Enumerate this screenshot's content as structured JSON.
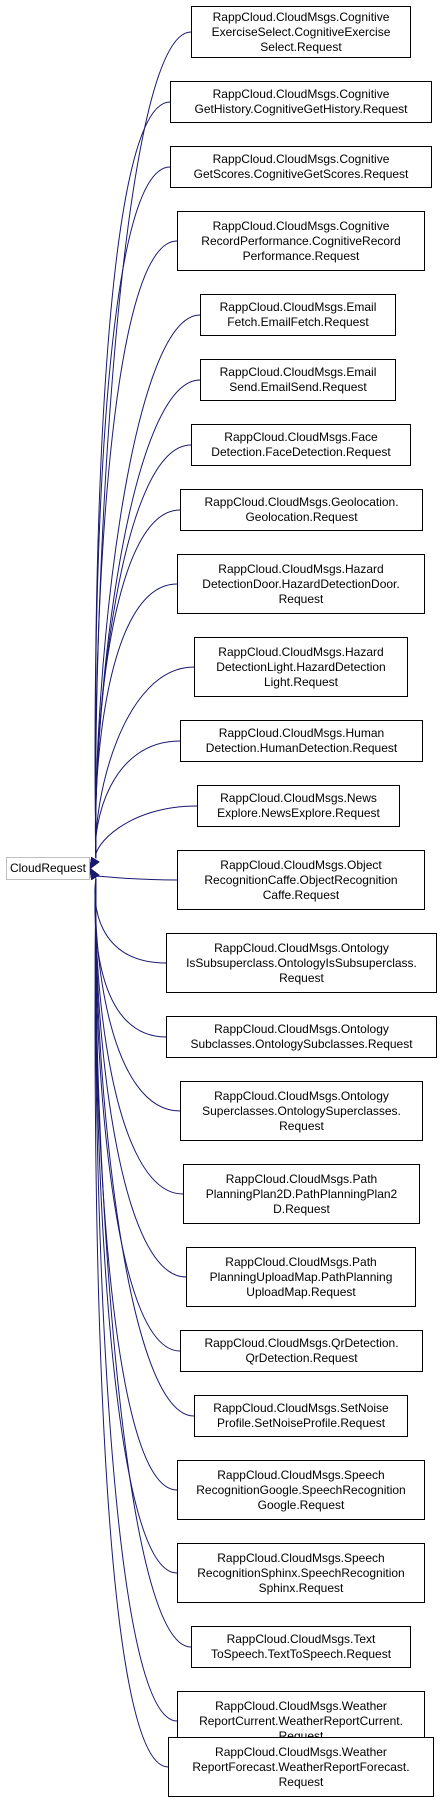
{
  "root": {
    "label": "CloudRequest"
  },
  "colors": {
    "edge": "#191970",
    "node_border": "#000000",
    "root_border": "#bfbfbf"
  },
  "nodes": [
    {
      "name": "cognitive-exercise-select-request",
      "label": "RappCloud.CloudMsgs.Cognitive\nExerciseSelect.CognitiveExercise\nSelect.Request"
    },
    {
      "name": "cognitive-get-history-request",
      "label": "RappCloud.CloudMsgs.Cognitive\nGetHistory.CognitiveGetHistory.Request"
    },
    {
      "name": "cognitive-get-scores-request",
      "label": "RappCloud.CloudMsgs.Cognitive\nGetScores.CognitiveGetScores.Request"
    },
    {
      "name": "cognitive-record-performance-request",
      "label": "RappCloud.CloudMsgs.Cognitive\nRecordPerformance.CognitiveRecord\nPerformance.Request"
    },
    {
      "name": "email-fetch-request",
      "label": "RappCloud.CloudMsgs.Email\nFetch.EmailFetch.Request"
    },
    {
      "name": "email-send-request",
      "label": "RappCloud.CloudMsgs.Email\nSend.EmailSend.Request"
    },
    {
      "name": "face-detection-request",
      "label": "RappCloud.CloudMsgs.Face\nDetection.FaceDetection.Request"
    },
    {
      "name": "geolocation-request",
      "label": "RappCloud.CloudMsgs.Geolocation.\nGeolocation.Request"
    },
    {
      "name": "hazard-detection-door-request",
      "label": "RappCloud.CloudMsgs.Hazard\nDetectionDoor.HazardDetectionDoor.\nRequest"
    },
    {
      "name": "hazard-detection-light-request",
      "label": "RappCloud.CloudMsgs.Hazard\nDetectionLight.HazardDetection\nLight.Request"
    },
    {
      "name": "human-detection-request",
      "label": "RappCloud.CloudMsgs.Human\nDetection.HumanDetection.Request"
    },
    {
      "name": "news-explore-request",
      "label": "RappCloud.CloudMsgs.News\nExplore.NewsExplore.Request"
    },
    {
      "name": "object-recognition-caffe-request",
      "label": "RappCloud.CloudMsgs.Object\nRecognitionCaffe.ObjectRecognition\nCaffe.Request"
    },
    {
      "name": "ontology-is-subsuperclass-request",
      "label": "RappCloud.CloudMsgs.Ontology\nIsSubsuperclass.OntologyIsSubsuperclass.\nRequest"
    },
    {
      "name": "ontology-subclasses-request",
      "label": "RappCloud.CloudMsgs.Ontology\nSubclasses.OntologySubclasses.Request"
    },
    {
      "name": "ontology-superclasses-request",
      "label": "RappCloud.CloudMsgs.Ontology\nSuperclasses.OntologySuperclasses.\nRequest"
    },
    {
      "name": "path-planning-plan2d-request",
      "label": "RappCloud.CloudMsgs.Path\nPlanningPlan2D.PathPlanningPlan2\nD.Request"
    },
    {
      "name": "path-planning-upload-map-request",
      "label": "RappCloud.CloudMsgs.Path\nPlanningUploadMap.PathPlanning\nUploadMap.Request"
    },
    {
      "name": "qr-detection-request",
      "label": "RappCloud.CloudMsgs.QrDetection.\nQrDetection.Request"
    },
    {
      "name": "set-noise-profile-request",
      "label": "RappCloud.CloudMsgs.SetNoise\nProfile.SetNoiseProfile.Request"
    },
    {
      "name": "speech-recognition-google-request",
      "label": "RappCloud.CloudMsgs.Speech\nRecognitionGoogle.SpeechRecognition\nGoogle.Request"
    },
    {
      "name": "speech-recognition-sphinx-request",
      "label": "RappCloud.CloudMsgs.Speech\nRecognitionSphinx.SpeechRecognition\nSphinx.Request"
    },
    {
      "name": "text-to-speech-request",
      "label": "RappCloud.CloudMsgs.Text\nToSpeech.TextToSpeech.Request"
    },
    {
      "name": "weather-report-current-request",
      "label": "RappCloud.CloudMsgs.Weather\nReportCurrent.WeatherReportCurrent.\nRequest"
    },
    {
      "name": "weather-report-forecast-request",
      "label": "RappCloud.CloudMsgs.Weather\nReportForecast.WeatherReportForecast.\nRequest"
    }
  ]
}
